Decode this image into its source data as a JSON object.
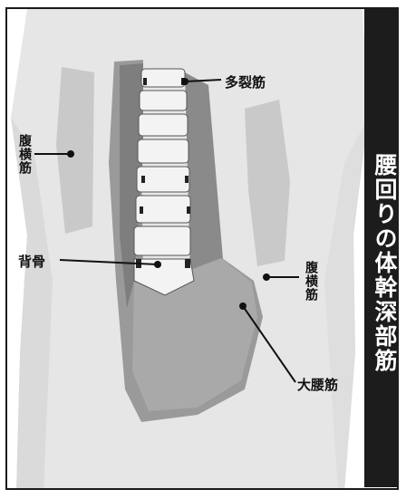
{
  "title": "腰回りの体幹深部筋",
  "labels": {
    "multifidus": "多裂筋",
    "transversus_left": "腹横筋",
    "transversus_right": "腹横筋",
    "spine": "背骨",
    "psoas": "大腰筋"
  },
  "colors": {
    "panel": "#1c1c1c",
    "body": "#e6e6e6",
    "muscle_light": "#c9c9c9",
    "muscle_mid": "#a7a7a7",
    "muscle_dark": "#8a8a8a",
    "bone": "#f3f3f3",
    "line": "#111111"
  }
}
